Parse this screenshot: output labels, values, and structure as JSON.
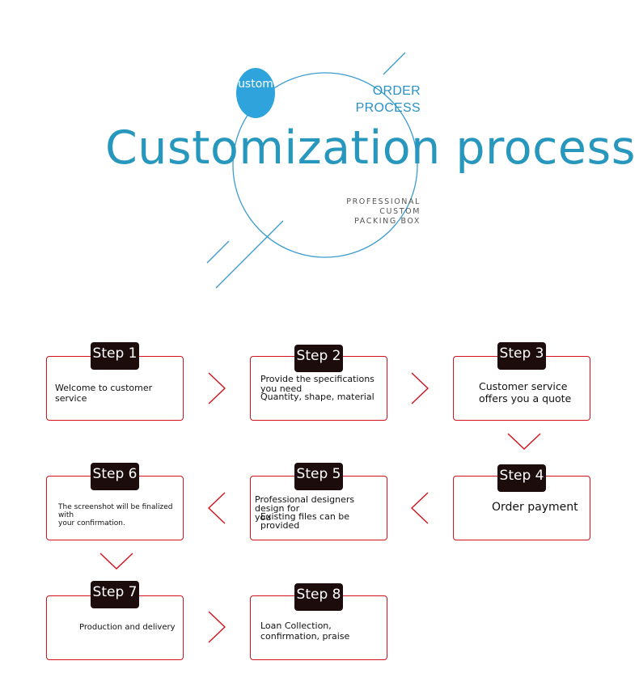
{
  "header": {
    "badge_text": "ustom",
    "order_process": [
      "ORDER",
      "PROCESS"
    ],
    "title": "Customization process",
    "subtitle": [
      "PROFESSIONAL",
      "CUSTOM",
      "PACKING BOX"
    ]
  },
  "colors": {
    "accent": "#2797bd",
    "box_border": "#d0121c",
    "tag_bg": "#1c0c0c"
  },
  "steps": [
    {
      "label": "Step 1",
      "lines": [
        "Welcome to customer service"
      ]
    },
    {
      "label": "Step 2",
      "lines": [
        "Provide the specifications",
        "you need",
        "Quantity, shape, material"
      ]
    },
    {
      "label": "Step 3",
      "lines": [
        "Customer service",
        "offers you a quote"
      ]
    },
    {
      "label": "Step 4",
      "lines": [
        "Order payment"
      ]
    },
    {
      "label": "Step 5",
      "lines": [
        "Professional designers design for",
        "you",
        "Existing files can be",
        "provided"
      ]
    },
    {
      "label": "Step 6",
      "lines": [
        "The screenshot will be finalized with",
        "your confirmation."
      ]
    },
    {
      "label": "Step 7",
      "lines": [
        "Production and delivery"
      ]
    },
    {
      "label": "Step 8",
      "lines": [
        "Loan Collection,",
        "confirmation, praise"
      ]
    }
  ]
}
